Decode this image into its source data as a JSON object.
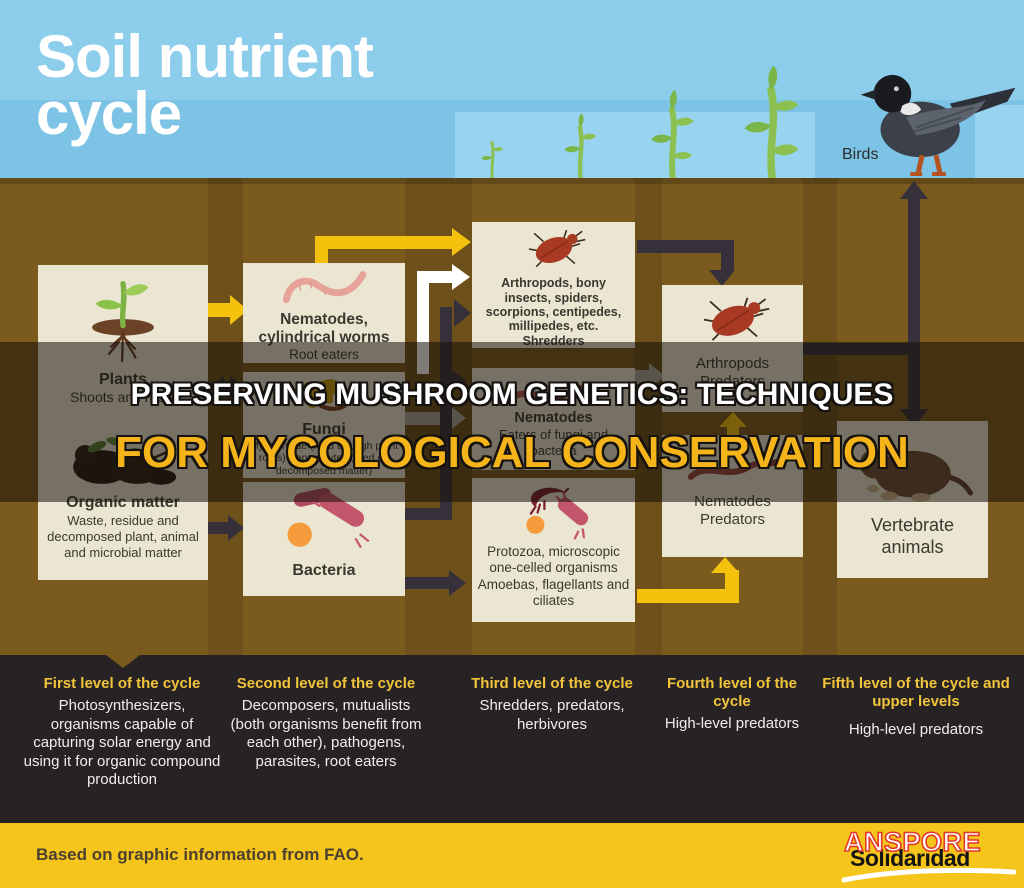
{
  "sky": {
    "title_line1": "Soil nutrient",
    "title_line2": "cycle",
    "birds_label": "Birds"
  },
  "banner": {
    "line1": "PRESERVING MUSHROOM GENETICS: TECHNIQUES",
    "line2": "FOR MYCOLOGICAL CONSERVATION"
  },
  "boxes": {
    "plants": {
      "title": "Plants",
      "subtitle": "Shoots and roots"
    },
    "organic_matter": {
      "title": "Organic matter",
      "subtitle": "Waste, residue and decomposed plant, animal and microbial matter"
    },
    "nematodes_root_eaters": {
      "title": "Nematodes, cylindrical worms",
      "subtitle": "Root eaters"
    },
    "fungi": {
      "title": "Fungi",
      "subtitle": "Mycorrhizae (feed through plant roots) Saprophytes (feed on decomposed matter)"
    },
    "bacteria": {
      "title": "Bacteria"
    },
    "arthropods_shredders": {
      "title": "Arthropods, bony insects, spiders, scorpions, centipedes, millipedes, etc.",
      "subtitle": "Shredders"
    },
    "nematodes_eaters": {
      "title": "Nematodes",
      "subtitle": "Eaters of fungi and bacteria"
    },
    "protozoa": {
      "title": "Protozoa, microscopic one-celled organisms",
      "subtitle": "Amoebas, flagellants and ciliates"
    },
    "arthropods_predators": {
      "title": "Arthropods Predators"
    },
    "nematodes_predators": {
      "title": "Nematodes Predators"
    },
    "vertebrate_animals": {
      "title": "Vertebrate animals"
    }
  },
  "levels": [
    {
      "title": "First level of the cycle",
      "body": "Photosynthesizers, organisms capable of capturing solar energy and using it for organic compound production"
    },
    {
      "title": "Second level of the cycle",
      "body": "Decomposers, mutualists (both organisms benefit from each other), pathogens, parasites, root eaters"
    },
    {
      "title": "Third level of the cycle",
      "body": "Shredders, predators, herbivores"
    },
    {
      "title": "Fourth level of the cycle",
      "body": "High-level predators"
    },
    {
      "title": "Fifth level of the cycle and upper levels",
      "body": "High-level predators"
    }
  ],
  "footer": {
    "credit": "Based on graphic information from FAO.",
    "brand": "Solidaridad",
    "brand_overlay": "ANSPORE"
  },
  "colors": {
    "sky": "#8ccdec",
    "sky_band": "#7cc3e6",
    "ground": "#7b5a1e",
    "panel": "#eae6d2",
    "levels_background": "#272324",
    "footer_yellow": "#f6c51b",
    "arrow_yellow": "#f4c20d",
    "arrow_dark": "#35303a",
    "arrow_white": "#ffffff",
    "arrow_gray": "#a9a59b",
    "level_title_yellow": "#f2c43c",
    "banner_yellow": "#f5b51a",
    "anspore_red": "#e23b2e"
  },
  "icons": [
    "sprout-icon",
    "bird-icon",
    "seedling-icon",
    "organic-matter-icon",
    "worm-icon",
    "fungi-icon",
    "bacteria-icon",
    "beetle-icon",
    "protozoa-icon",
    "gopher-icon"
  ]
}
